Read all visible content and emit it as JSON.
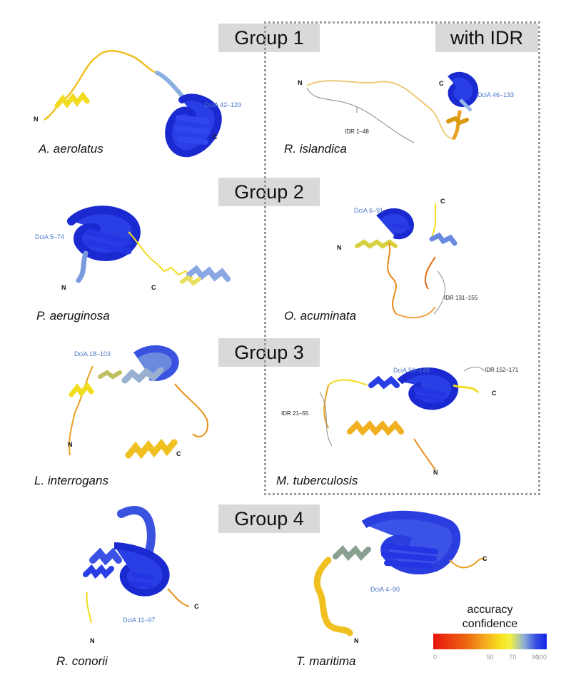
{
  "groups": [
    "Group 1",
    "Group 2",
    "Group 3",
    "Group 4"
  ],
  "idr_header": "with IDR",
  "terminal_labels": {
    "n": "N",
    "c": "C"
  },
  "proteins": [
    {
      "species": "A. aerolatus",
      "domain": "DciA 42–129",
      "idr": ""
    },
    {
      "species": "R. islandica",
      "domain": "DciA 46–133",
      "idr": "IDR 1–48"
    },
    {
      "species": "P. aeruginosa",
      "domain": "DciA 5–74",
      "idr": ""
    },
    {
      "species": "O. acuminata",
      "domain": "DciA 6–91",
      "idr": "IDR 131–155"
    },
    {
      "species": "L. interrogans",
      "domain": "DciA 18–103",
      "idr": ""
    },
    {
      "species": "M. tuberculosis",
      "domain": "DciA 59–146",
      "idr": "IDR 21–55",
      "idr2": "IDR 152–171"
    },
    {
      "species": "R. conorii",
      "domain": "DciA 11–97",
      "idr": ""
    },
    {
      "species": "T. maritima",
      "domain": "DciA 4–90",
      "idr": ""
    }
  ],
  "legend": {
    "title_line1": "accuracy",
    "title_line2": "confidence",
    "ticks": [
      "0",
      "50",
      "70",
      "90",
      "100"
    ],
    "tick_values": [
      0,
      50,
      70,
      90,
      100
    ]
  },
  "colors": {
    "high": "#1a2ee8",
    "mid_high": "#7a9ae0",
    "mid": "#f2e22a",
    "low": "#e08a1a",
    "very_low": "#e8140c"
  }
}
